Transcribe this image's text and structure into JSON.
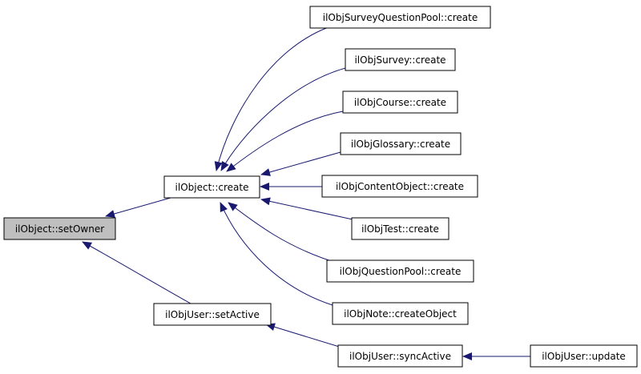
{
  "diagram": {
    "nodes": [
      {
        "id": "setowner",
        "label": "ilObject::setOwner",
        "highlighted": true
      },
      {
        "id": "create",
        "label": "ilObject::create"
      },
      {
        "id": "setactive",
        "label": "ilObjUser::setActive"
      },
      {
        "id": "surveyqp",
        "label": "ilObjSurveyQuestionPool::create"
      },
      {
        "id": "survey",
        "label": "ilObjSurvey::create"
      },
      {
        "id": "course",
        "label": "ilObjCourse::create"
      },
      {
        "id": "glossary",
        "label": "ilObjGlossary::create"
      },
      {
        "id": "contentobj",
        "label": "ilObjContentObject::create"
      },
      {
        "id": "test",
        "label": "ilObjTest::create"
      },
      {
        "id": "questionpool",
        "label": "ilObjQuestionPool::create"
      },
      {
        "id": "note",
        "label": "ilObjNote::createObject"
      },
      {
        "id": "syncactive",
        "label": "ilObjUser::syncActive"
      },
      {
        "id": "update",
        "label": "ilObjUser::update"
      }
    ],
    "edges": [
      {
        "from": "create",
        "to": "setowner"
      },
      {
        "from": "setactive",
        "to": "setowner"
      },
      {
        "from": "surveyqp",
        "to": "create"
      },
      {
        "from": "survey",
        "to": "create"
      },
      {
        "from": "course",
        "to": "create"
      },
      {
        "from": "glossary",
        "to": "create"
      },
      {
        "from": "contentobj",
        "to": "create"
      },
      {
        "from": "test",
        "to": "create"
      },
      {
        "from": "questionpool",
        "to": "create"
      },
      {
        "from": "note",
        "to": "create"
      },
      {
        "from": "syncactive",
        "to": "setactive"
      },
      {
        "from": "update",
        "to": "syncactive"
      }
    ],
    "colors": {
      "edge": "#191970",
      "node_border": "#000000",
      "node_fill": "#ffffff",
      "highlight_fill": "#bfbfbf"
    }
  }
}
